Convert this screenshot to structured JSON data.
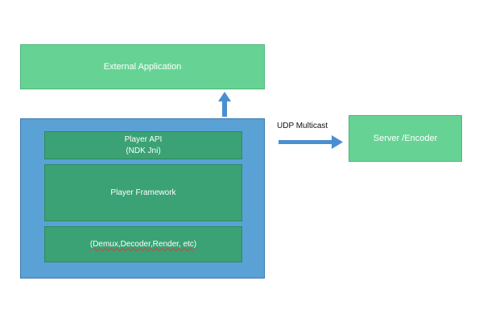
{
  "diagram": {
    "external_application": "External Application",
    "server_encoder": "Server /Encoder",
    "udp_multicast": "UDP Multicast",
    "player_api_line1": "Player API",
    "player_api_line2": "(NDK Jni)",
    "player_framework": "Player Framework",
    "demux_text": "(Demux,Decoder,Render, etc)"
  },
  "colors": {
    "light_green": "#66d394",
    "dark_green": "#3aa274",
    "blue": "#5aa2d6",
    "arrow": "#4a8fd0"
  }
}
